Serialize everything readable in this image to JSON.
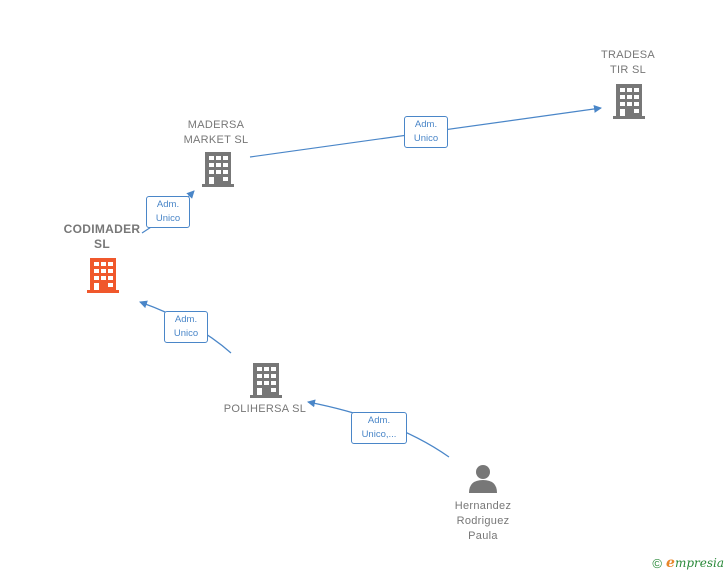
{
  "nodes": {
    "tradesa": {
      "name_lines": [
        "TRADESA",
        "TIR  SL"
      ],
      "icon": "building-icon"
    },
    "madersa": {
      "name_lines": [
        "MADERSA",
        "MARKET  SL"
      ],
      "icon": "building-icon"
    },
    "codimader": {
      "name_lines": [
        "CODIMADER",
        "SL"
      ],
      "icon": "building-icon"
    },
    "polihersa": {
      "name_lines": [
        "POLIHERSA  SL"
      ],
      "icon": "building-icon"
    },
    "hernandez": {
      "name_lines": [
        "Hernandez",
        "Rodriguez",
        "Paula"
      ],
      "icon": "person-icon"
    }
  },
  "relations": {
    "madersa_tradesa": {
      "lines": [
        "Adm.",
        "Unico"
      ]
    },
    "codimader_madersa": {
      "lines": [
        "Adm.",
        "Unico"
      ]
    },
    "polihersa_codimader": {
      "lines": [
        "Adm.",
        "Unico"
      ]
    },
    "hernandez_polihersa": {
      "lines": [
        "Adm.",
        "Unico,..."
      ]
    }
  },
  "colors": {
    "focus_node": "#f0582c",
    "node": "#777777",
    "edge": "#4a86c8"
  },
  "footer": {
    "copyright": "©",
    "brand_initial": "e",
    "brand_rest": "mpresia"
  }
}
